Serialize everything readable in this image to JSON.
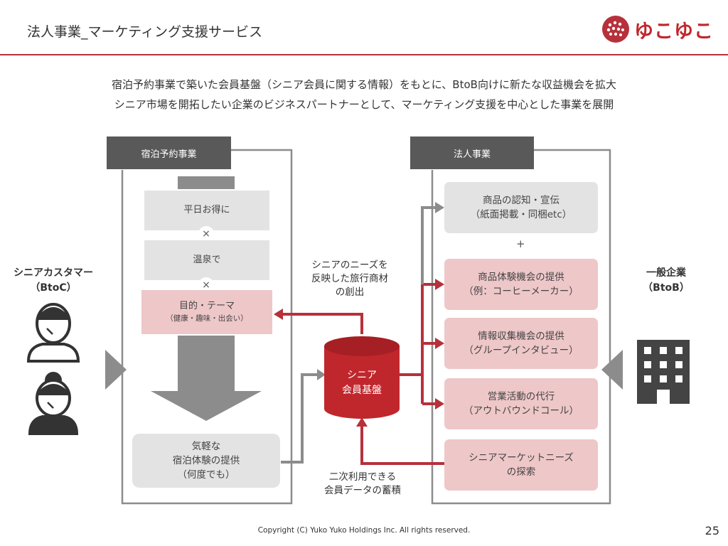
{
  "header": {
    "title": "法人事業_マーケティング支援サービス",
    "logo_text": "ゆこゆこ"
  },
  "intro": {
    "line1": "宿泊予約事業で築いた会員基盤（シニア会員に関する情報）をもとに、BtoB向けに新たな収益機会を拡大",
    "line2": "シニア市場を開拓したい企業のビジネスパートナーとして、マーケティング支援を中心とした事業を展開"
  },
  "left_panel": {
    "header": "宿泊予約事業",
    "box1": "平日お得に",
    "box2": "温泉で",
    "box3_title": "目的・テーマ",
    "box3_sub": "（健康・趣味・出会い）",
    "times": "×",
    "result_line1": "気軽な",
    "result_line2": "宿泊体験の提供",
    "result_line3": "（何度でも）"
  },
  "right_panel": {
    "header": "法人事業",
    "plus": "+",
    "items": [
      {
        "line1": "商品の認知・宣伝",
        "line2": "（紙面掲載・同梱etc）"
      },
      {
        "line1": "商品体験機会の提供",
        "line2": "（例：コーヒーメーカー）"
      },
      {
        "line1": "情報収集機会の提供",
        "line2": "（グループインタビュー）"
      },
      {
        "line1": "営業活動の代行",
        "line2": "（アウトバウンドコール）"
      },
      {
        "line1": "シニアマーケットニーズ",
        "line2": "の探索"
      }
    ]
  },
  "center": {
    "db_line1": "シニア",
    "db_line2": "会員基盤",
    "note_top_line1": "シニアのニーズを",
    "note_top_line2": "反映した旅行商材",
    "note_top_line3": "の創出",
    "note_bottom_line1": "二次利用できる",
    "note_bottom_line2": "会員データの蓄積"
  },
  "left_side": {
    "line1": "シニアカスタマー",
    "line2": "（BtoC）"
  },
  "right_side": {
    "line1": "一般企業",
    "line2": "（BtoB）"
  },
  "footer": {
    "copyright": "Copyright (C) Yuko Yuko Holdings Inc. All rights reserved.",
    "page_number": "25"
  },
  "colors": {
    "accent": "#b6313b",
    "dark_gray": "#595959",
    "light_gray": "#e3e3e3",
    "pink": "#eec7c9",
    "db_red": "#c0272d"
  },
  "icons": [
    "person-male-icon",
    "person-female-icon",
    "building-icon",
    "chevron-right-icon",
    "chevron-left-icon",
    "logo-dots-icon"
  ]
}
